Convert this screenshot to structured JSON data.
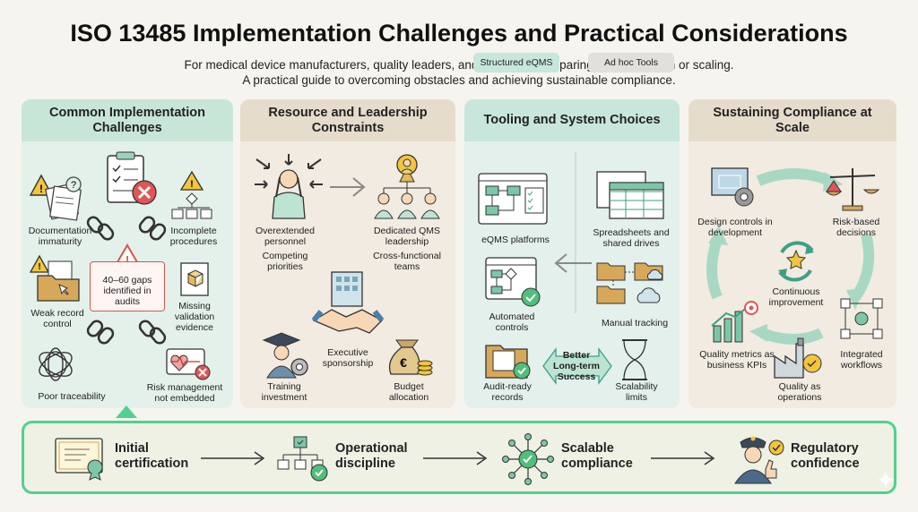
{
  "title": "ISO 13485 Implementation Challenges and Practical Considerations",
  "subtitle_line1": "For medical device manufacturers, quality leaders, and executives preparing for certification or scaling.",
  "subtitle_line2": "A practical guide to overcoming obstacles and achieving sustainable compliance.",
  "panels": {
    "challenges": {
      "title": "Common Implementation Challenges",
      "items": {
        "doc": "Documentation immaturity",
        "incomplete": "Incomplete procedures",
        "record": "Weak record control",
        "gaps": "40–60 gaps identified in audits",
        "validation": "Missing validation evidence",
        "trace": "Poor traceability",
        "risk": "Risk management not embedded"
      }
    },
    "resources": {
      "title": "Resource and Leadership Constraints",
      "items": {
        "overextended": "Overextended personnel",
        "competing": "Competing priorities",
        "dedicated": "Dedicated QMS leadership",
        "cross": "Cross-functional teams",
        "executive": "Executive sponsorship",
        "training": "Training investment",
        "budget": "Budget allocation"
      }
    },
    "tooling": {
      "title": "Tooling and System Choices",
      "tab_structured": "Structured eQMS",
      "tab_adhoc": "Ad hoc Tools",
      "items": {
        "eqms": "eQMS platforms",
        "spreadsheets": "Spreadsheets and shared drives",
        "automated": "Automated controls",
        "manual": "Manual tracking",
        "audit": "Audit-ready records",
        "scal": "Scalability limits",
        "better": "Better Long-term Success"
      }
    },
    "sustaining": {
      "title": "Sustaining Compliance at Scale",
      "items": {
        "design": "Design controls in development",
        "riskbased": "Risk-based decisions",
        "continuous": "Continuous improvement",
        "metrics": "Quality metrics as business KPIs",
        "integrated": "Integrated workflows",
        "operations": "Quality as operations"
      }
    }
  },
  "journey": [
    "Initial certification",
    "Operational discipline",
    "Scalable compliance",
    "Regulatory confidence"
  ],
  "colors": {
    "accent_green": "#4fd18f",
    "alert_red": "#d9534f",
    "warning_yellow": "#f2c53d",
    "teal": "#3f9f86"
  }
}
